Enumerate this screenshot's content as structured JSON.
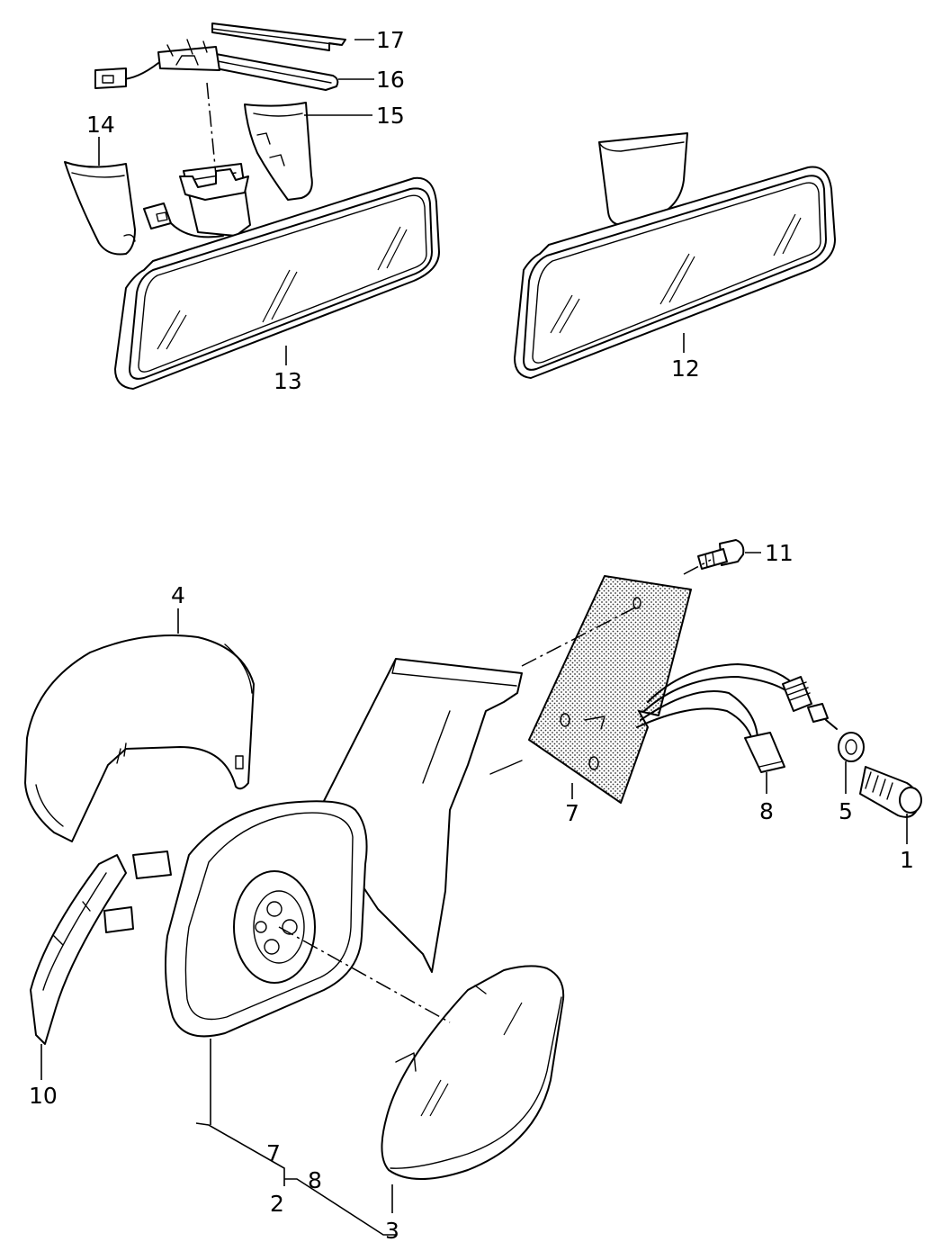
{
  "callouts": {
    "c1": "1",
    "c2": "2",
    "c3": "3",
    "c4": "4",
    "c5": "5",
    "c7a": "7",
    "c7b": "7",
    "c8a": "8",
    "c8b": "8",
    "c10": "10",
    "c11": "11",
    "c12": "12",
    "c13": "13",
    "c14": "14",
    "c15": "15",
    "c16": "16",
    "c17": "17"
  },
  "colors": {
    "line": "#000000",
    "background": "#ffffff"
  }
}
